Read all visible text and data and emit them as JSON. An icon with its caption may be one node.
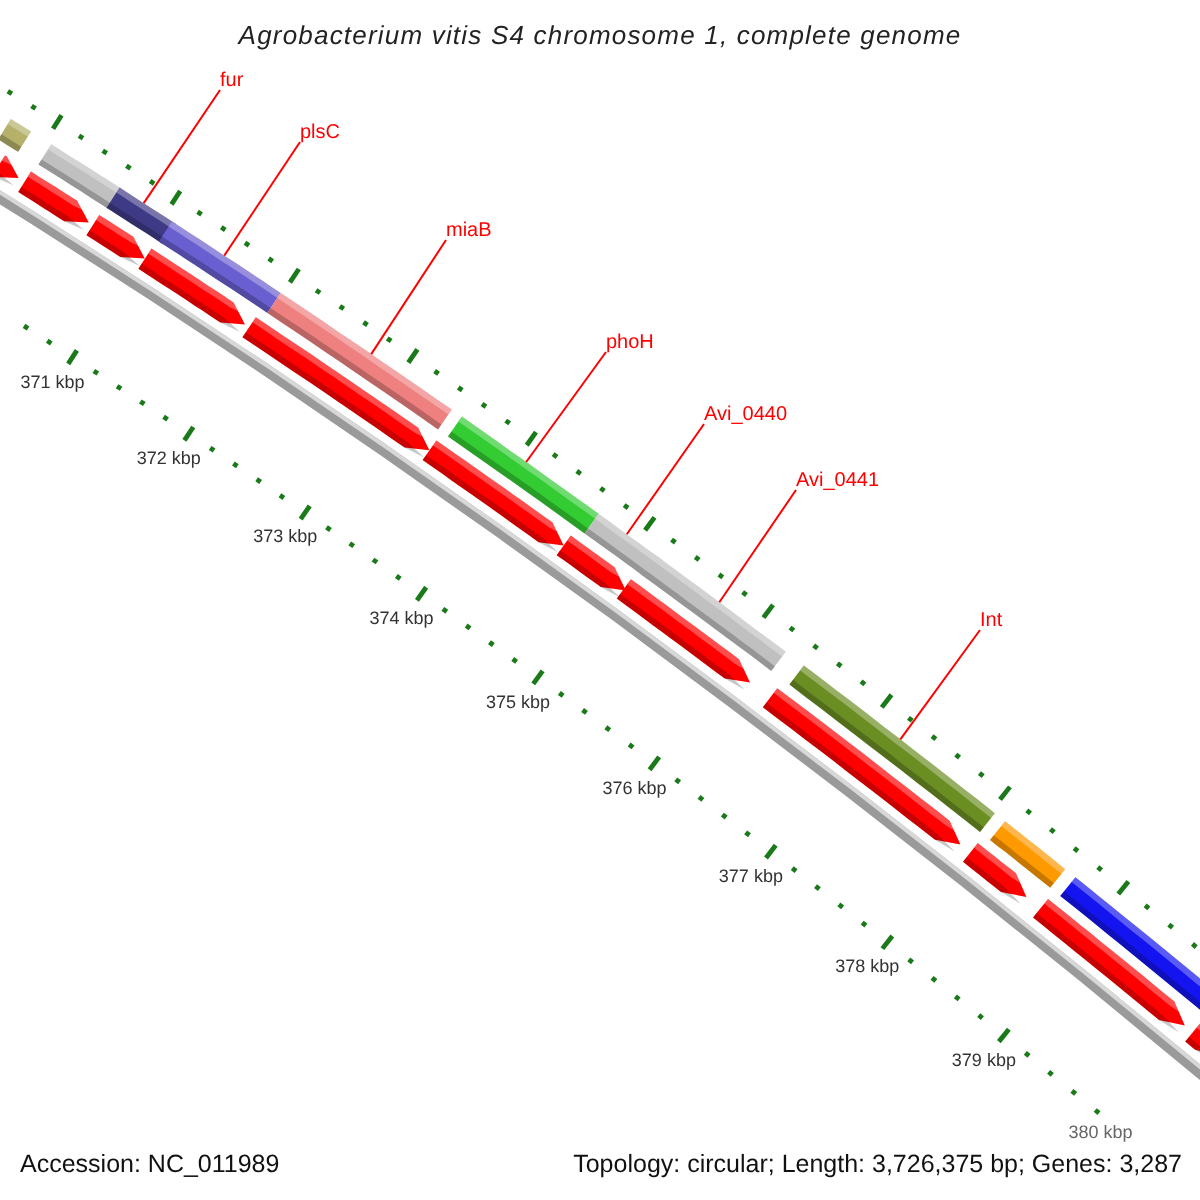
{
  "diagram": {
    "title": "Agrobacterium vitis S4 chromosome 1, complete genome",
    "nodes": [
      {
        "text": [
          "fur"
        ]
      },
      {
        "text": [
          "plsC"
        ]
      },
      {
        "text": [
          "miaB"
        ]
      },
      {
        "text": [
          "phoH"
        ]
      },
      {
        "text": [
          "Avi_0440"
        ]
      },
      {
        "text": [
          "Avi_0441"
        ]
      },
      {
        "text": [
          "Int"
        ]
      },
      {
        "text": [],
        "shape": "bar"
      },
      {
        "text": [],
        "shape": "bar"
      },
      {
        "text": [],
        "shape": "bar"
      },
      {
        "text": [],
        "shape": "bar"
      },
      {
        "text": [],
        "shape": "bar"
      },
      {
        "text": [],
        "shape": "bar"
      },
      {
        "text": [],
        "shape": "bar"
      },
      {
        "text": [],
        "shape": "bar"
      },
      {
        "text": [],
        "shape": "bar"
      },
      {
        "text": [],
        "shape": "bar"
      },
      {
        "text": [],
        "shape": "bar"
      },
      {
        "text": [],
        "shape": "pentagon"
      },
      {
        "text": [],
        "shape": "pentagon"
      },
      {
        "text": [],
        "shape": "pentagon"
      },
      {
        "text": [],
        "shape": "pentagon"
      },
      {
        "text": [],
        "shape": "pentagon"
      },
      {
        "text": [],
        "shape": "pentagon"
      },
      {
        "text": [],
        "shape": "pentagon"
      },
      {
        "text": [],
        "shape": "pentagon"
      },
      {
        "text": [],
        "shape": "pentagon"
      },
      {
        "text": [],
        "shape": "pentagon"
      },
      {
        "text": [],
        "shape": "pentagon"
      },
      {
        "text": [],
        "shape": "pentagon"
      }
    ],
    "edges": [
      {
        "from": 0,
        "to": 9,
        "arrow": "none"
      },
      {
        "from": 1,
        "to": 10,
        "arrow": "none"
      },
      {
        "from": 2,
        "to": 11,
        "arrow": "none"
      },
      {
        "from": 3,
        "to": 12,
        "arrow": "none"
      },
      {
        "from": 4,
        "to": 13,
        "arrow": "none"
      },
      {
        "from": 5,
        "to": 14,
        "arrow": "none"
      },
      {
        "from": 6,
        "to": 15,
        "arrow": "none"
      }
    ],
    "labels": [
      "371 kbp",
      "372 kbp",
      "373 kbp",
      "374 kbp",
      "375 kbp",
      "376 kbp",
      "377 kbp",
      "378 kbp",
      "379 kbp",
      "380 kbp",
      "Accession: NC_011989",
      "Topology: circular; Length: 3,726,375 bp; Genes: 3,287"
    ]
  }
}
